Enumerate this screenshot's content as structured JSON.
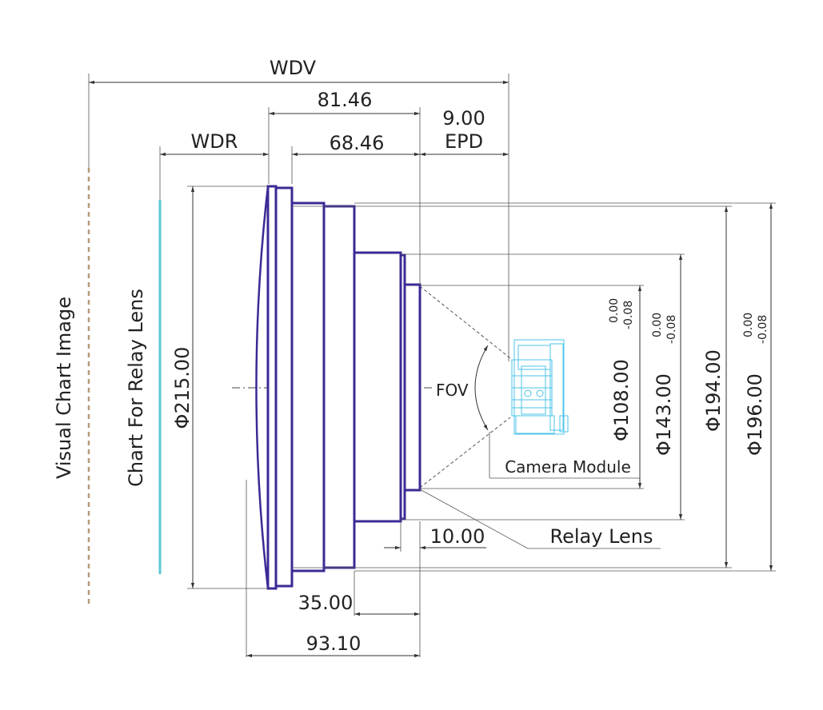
{
  "labels": {
    "wdv": "WDV",
    "d81": "81.46",
    "d9": "9.00",
    "epd": "EPD",
    "wdr": "WDR",
    "d68": "68.46",
    "visual_chart": "Visual Chart Image",
    "chart_relay": "Chart For Relay Lens",
    "phi215": "Φ215.00",
    "fov": "FOV",
    "camera_module": "Camera Module",
    "phi108": "Φ108.00",
    "phi108_tol_up": "0.00",
    "phi108_tol_dn": "-0.08",
    "phi143": "Φ143.00",
    "phi143_tol_up": "0.00",
    "phi143_tol_dn": "-0.08",
    "phi194": "Φ194.00",
    "phi196": "Φ196.00",
    "phi196_tol_up": "0.00",
    "phi196_tol_dn": "-0.08",
    "d10": "10.00",
    "relay_lens": "Relay Lens",
    "d35": "35.00",
    "d93": "93.10"
  },
  "colors": {
    "lens_outline": "#3b2a96",
    "chart_line": "#5bc8d0",
    "visual_chart_line": "#b89a78",
    "camera_module": "#4cc3ea",
    "dimension": "#333333"
  },
  "icons": {
    "camera_module": "camera-module-icon"
  }
}
